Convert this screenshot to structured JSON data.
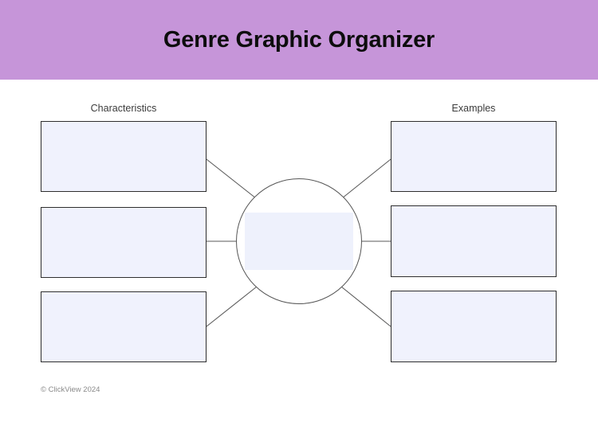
{
  "header": {
    "title": "Genre Graphic Organizer",
    "band_color": "#c695d9",
    "title_color": "#0d0d0d"
  },
  "columns": {
    "left_heading": "Characteristics",
    "right_heading": "Examples"
  },
  "center": {
    "label": "",
    "shape": "circle",
    "fill_color": "#ffffff",
    "stroke_color": "#555555",
    "inner_box_fill": "#eef1fc"
  },
  "boxes": {
    "fill_color": "#f0f2fd",
    "border_color": "#2e2e2e",
    "characteristics": [
      {
        "id": "characteristic-1",
        "text": ""
      },
      {
        "id": "characteristic-2",
        "text": ""
      },
      {
        "id": "characteristic-3",
        "text": ""
      }
    ],
    "examples": [
      {
        "id": "example-1",
        "text": ""
      },
      {
        "id": "example-2",
        "text": ""
      },
      {
        "id": "example-3",
        "text": ""
      }
    ]
  },
  "connectors": {
    "stroke_color": "#5a5a5a",
    "count": 6
  },
  "footer": {
    "credit": "© ClickView 2024"
  }
}
